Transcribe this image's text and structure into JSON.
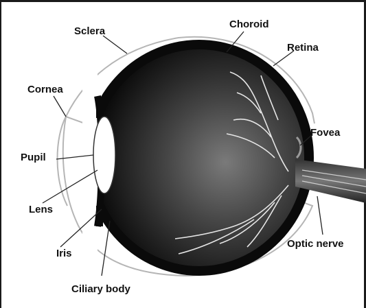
{
  "labels": {
    "sclera": "Sclera",
    "choroid": "Choroid",
    "retina": "Retina",
    "cornea": "Cornea",
    "fovea": "Fovea",
    "pupil": "Pupil",
    "lens": "Lens",
    "iris": "Iris",
    "optic_nerve": "Optic nerve",
    "ciliary_body": "Ciliary body"
  },
  "colors": {
    "eyeball_dark": "#0f0f0f",
    "eyeball_mid": "#6a6a6a",
    "sclera_outline": "#b5b5b5",
    "lens": "#ffffff",
    "vessels": "#e6e6e6",
    "leader_lines": "#222222"
  }
}
